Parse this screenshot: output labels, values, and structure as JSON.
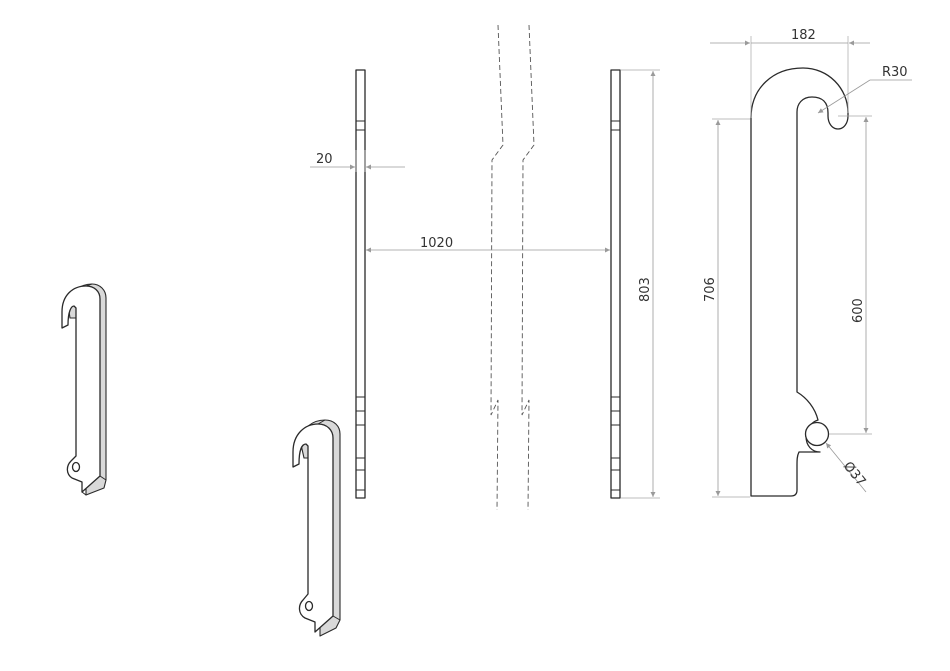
{
  "dimensions": {
    "width_182": "182",
    "radius_r30": "R30",
    "thickness_20": "20",
    "spacing_1020": "1020",
    "height_803": "803",
    "height_706": "706",
    "height_600": "600",
    "hole_diameter_37": "Ø37"
  },
  "colors": {
    "line": "#2a2a2a",
    "dimension": "#9a9a9a",
    "face_shade": "#d9d9d9"
  }
}
